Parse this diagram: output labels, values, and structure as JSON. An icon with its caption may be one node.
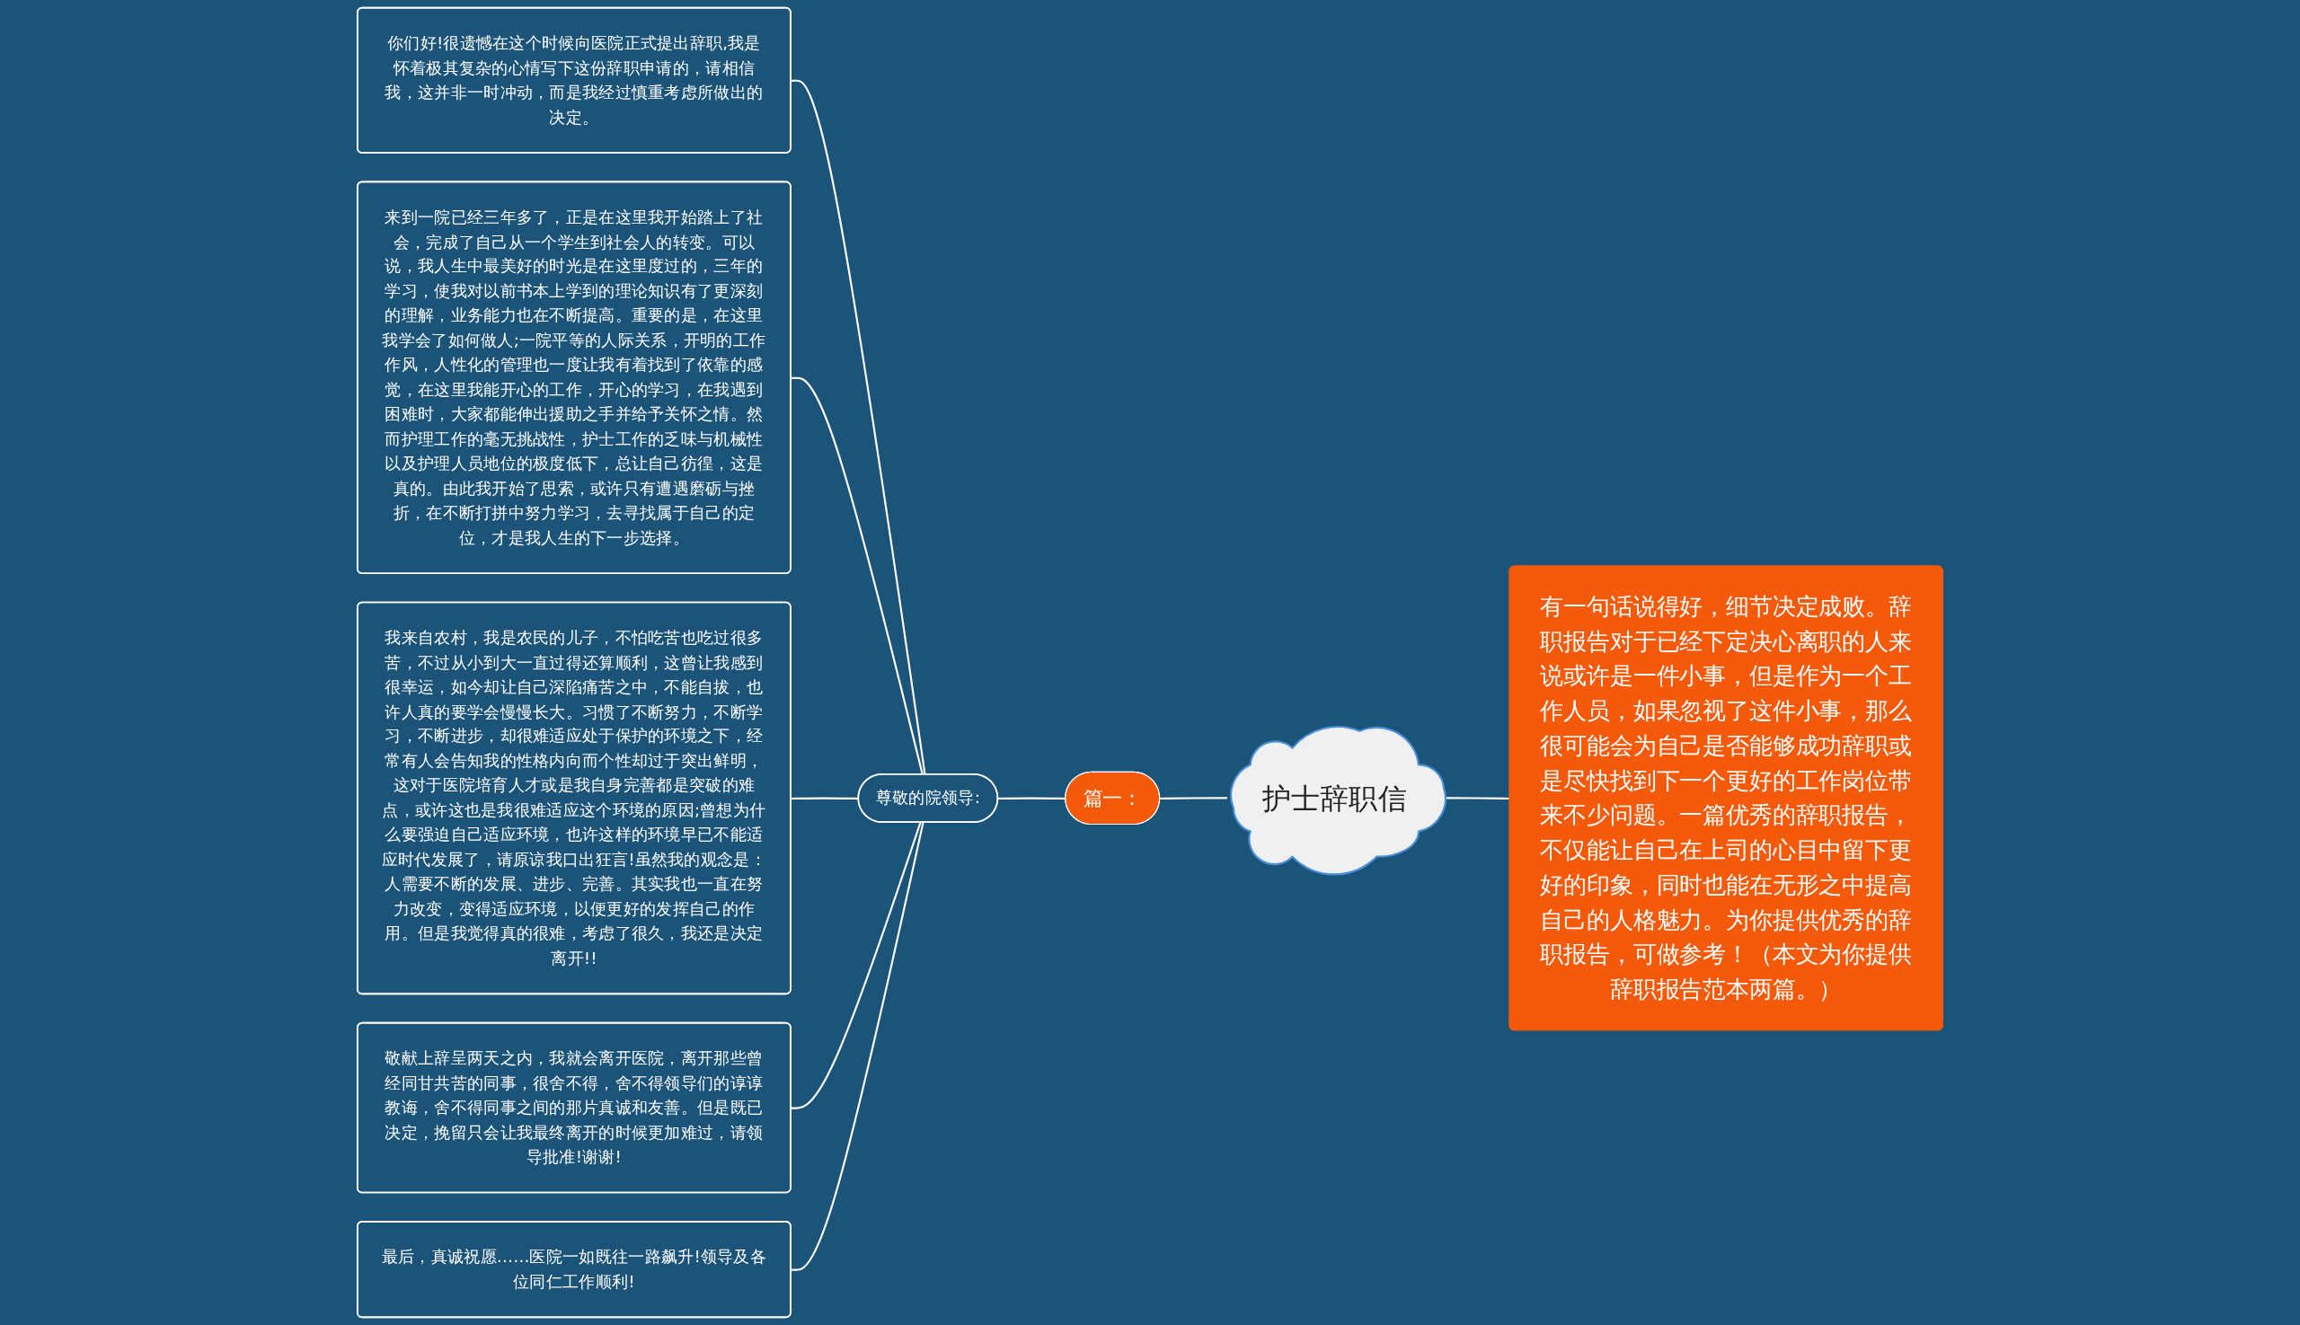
{
  "diagram": {
    "nodes": [
      {
        "text": [
          "护士辞职信"
        ]
      },
      {
        "text": [
          "有一句话说得好，细节决定成败。辞职报告对于已经下定决心离职的人来说或许是一件小事，但是作为一个工作人员，如果忽视了这件小事，那么很可能会为自己是否能够成功辞职或是尽快找到下一个更好的工作岗位带来不少问题。一篇优秀的辞职报告，不仅能让自己在上司的心目中留下更好的印象，同时也能在无形之中提高自己的人格魅力。为你提供优秀的辞职报告，可做参考！（本文为你提供辞职报告范本两篇。）"
        ]
      },
      {
        "text": [
          "篇一："
        ]
      },
      {
        "text": [
          "尊敬的院领导:"
        ]
      },
      {
        "text": [
          "你们好!很遗憾在这个时候向医院正式提出辞职,我是怀着极其复杂的心情写下这份辞职申请的，请相信我，这并非一时冲动，而是我经过慎重考虑所做出的决定。"
        ]
      },
      {
        "text": [
          "来到一院已经三年多了，正是在这里我开始踏上了社会，完成了自己从一个学生到社会人的转变。可以说，我人生中最美好的时光是在这里度过的，三年的学习，使我对以前书本上学到的理论知识有了更深刻的理解，业务能力也在不断提高。重要的是，在这里我学会了如何做人;一院平等的人际关系，开明的工作作风，人性化的管理也一度让我有着找到了依靠的感觉，在这里我能开心的工作，开心的学习，在我遇到困难时，大家都能伸出援助之手并给予关怀之情。然而护理工作的毫无挑战性，护士工作的乏味与机械性以及护理人员地位的极度低下，总让自己彷徨，这是真的。由此我开始了思索，或许只有遭遇磨砺与挫折，在不断打拼中努力学习，去寻找属于自己的定位，才是我人生的下一步选择。"
        ]
      },
      {
        "text": [
          "我来自农村，我是农民的儿子，不怕吃苦也吃过很多苦，不过从小到大一直过得还算顺利，这曾让我感到很幸运，如今却让自己深陷痛苦之中，不能自拔，也许人真的要学会慢慢长大。习惯了不断努力，不断学习，不断进步，却很难适应处于保护的环境之下，经常有人会告知我的性格内向而个性却过于突出鲜明，这对于医院培育人才或是我自身完善都是突破的难点，或许这也是我很难适应这个环境的原因;曾想为什么要强迫自己适应环境，也许这样的环境早已不能适应时代发展了，请原谅我口出狂言!虽然我的观念是：人需要不断的发展、进步、完善。其实我也一直在努力改变，变得适应环境，以便更好的发挥自己的作用。但是我觉得真的很难，考虑了很久，我还是决定离开!!"
        ]
      },
      {
        "text": [
          "敬献上辞呈两天之内，我就会离开医院，离开那些曾经同甘共苦的同事，很舍不得，舍不得领导们的谆谆教诲，舍不得同事之间的那片真诚和友善。但是既已决定，挽留只会让我最终离开的时候更加难过，请领导批准!谢谢!"
        ]
      },
      {
        "text": [
          "最后，真诚祝愿……医院一如既往一路飙升!领导及各位同仁工作顺利!"
        ]
      }
    ],
    "edges": [
      {
        "from": 0,
        "to": 1,
        "arrow": "none"
      },
      {
        "from": 0,
        "to": 2,
        "arrow": "none"
      },
      {
        "from": 2,
        "to": 3,
        "arrow": "none"
      },
      {
        "from": 3,
        "to": 4,
        "arrow": "none"
      },
      {
        "from": 3,
        "to": 5,
        "arrow": "none"
      },
      {
        "from": 3,
        "to": 6,
        "arrow": "none"
      },
      {
        "from": 3,
        "to": 7,
        "arrow": "none"
      },
      {
        "from": 3,
        "to": 8,
        "arrow": "none"
      }
    ]
  }
}
